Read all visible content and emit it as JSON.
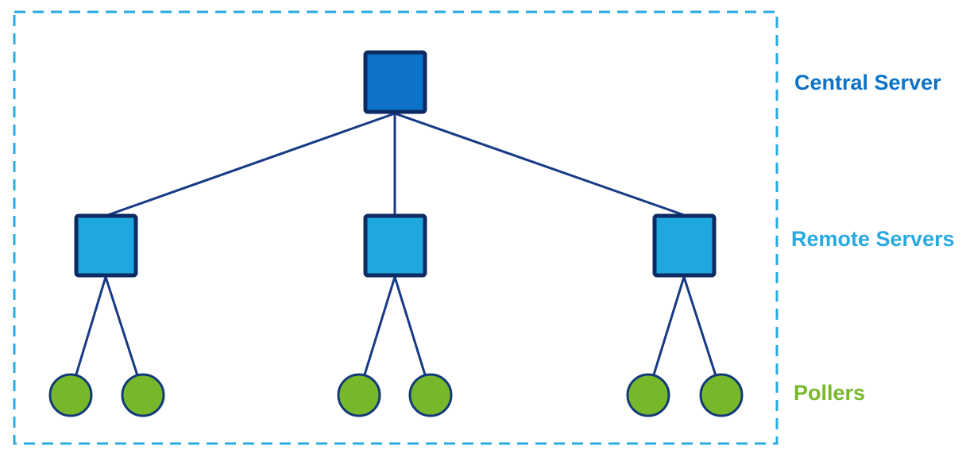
{
  "diagram": {
    "type": "network-hierarchy",
    "labels": {
      "central": "Central Server",
      "remote": "Remote Servers",
      "pollers": "Pollers"
    },
    "nodes": {
      "central_servers": 1,
      "remote_servers": 3,
      "pollers": 6,
      "pollers_per_remote_server": 2
    },
    "colors": {
      "central_fill": "#0d72c8",
      "remote_fill": "#1fa8e0",
      "poller_fill": "#77b82a",
      "node_border": "#0d2a63",
      "poller_border": "#123a78",
      "connector": "#173a85",
      "boundary_dash": "#29abe2",
      "central_label": "#0b72c8",
      "remote_label": "#29a9e1",
      "poller_label": "#77b82b"
    }
  }
}
